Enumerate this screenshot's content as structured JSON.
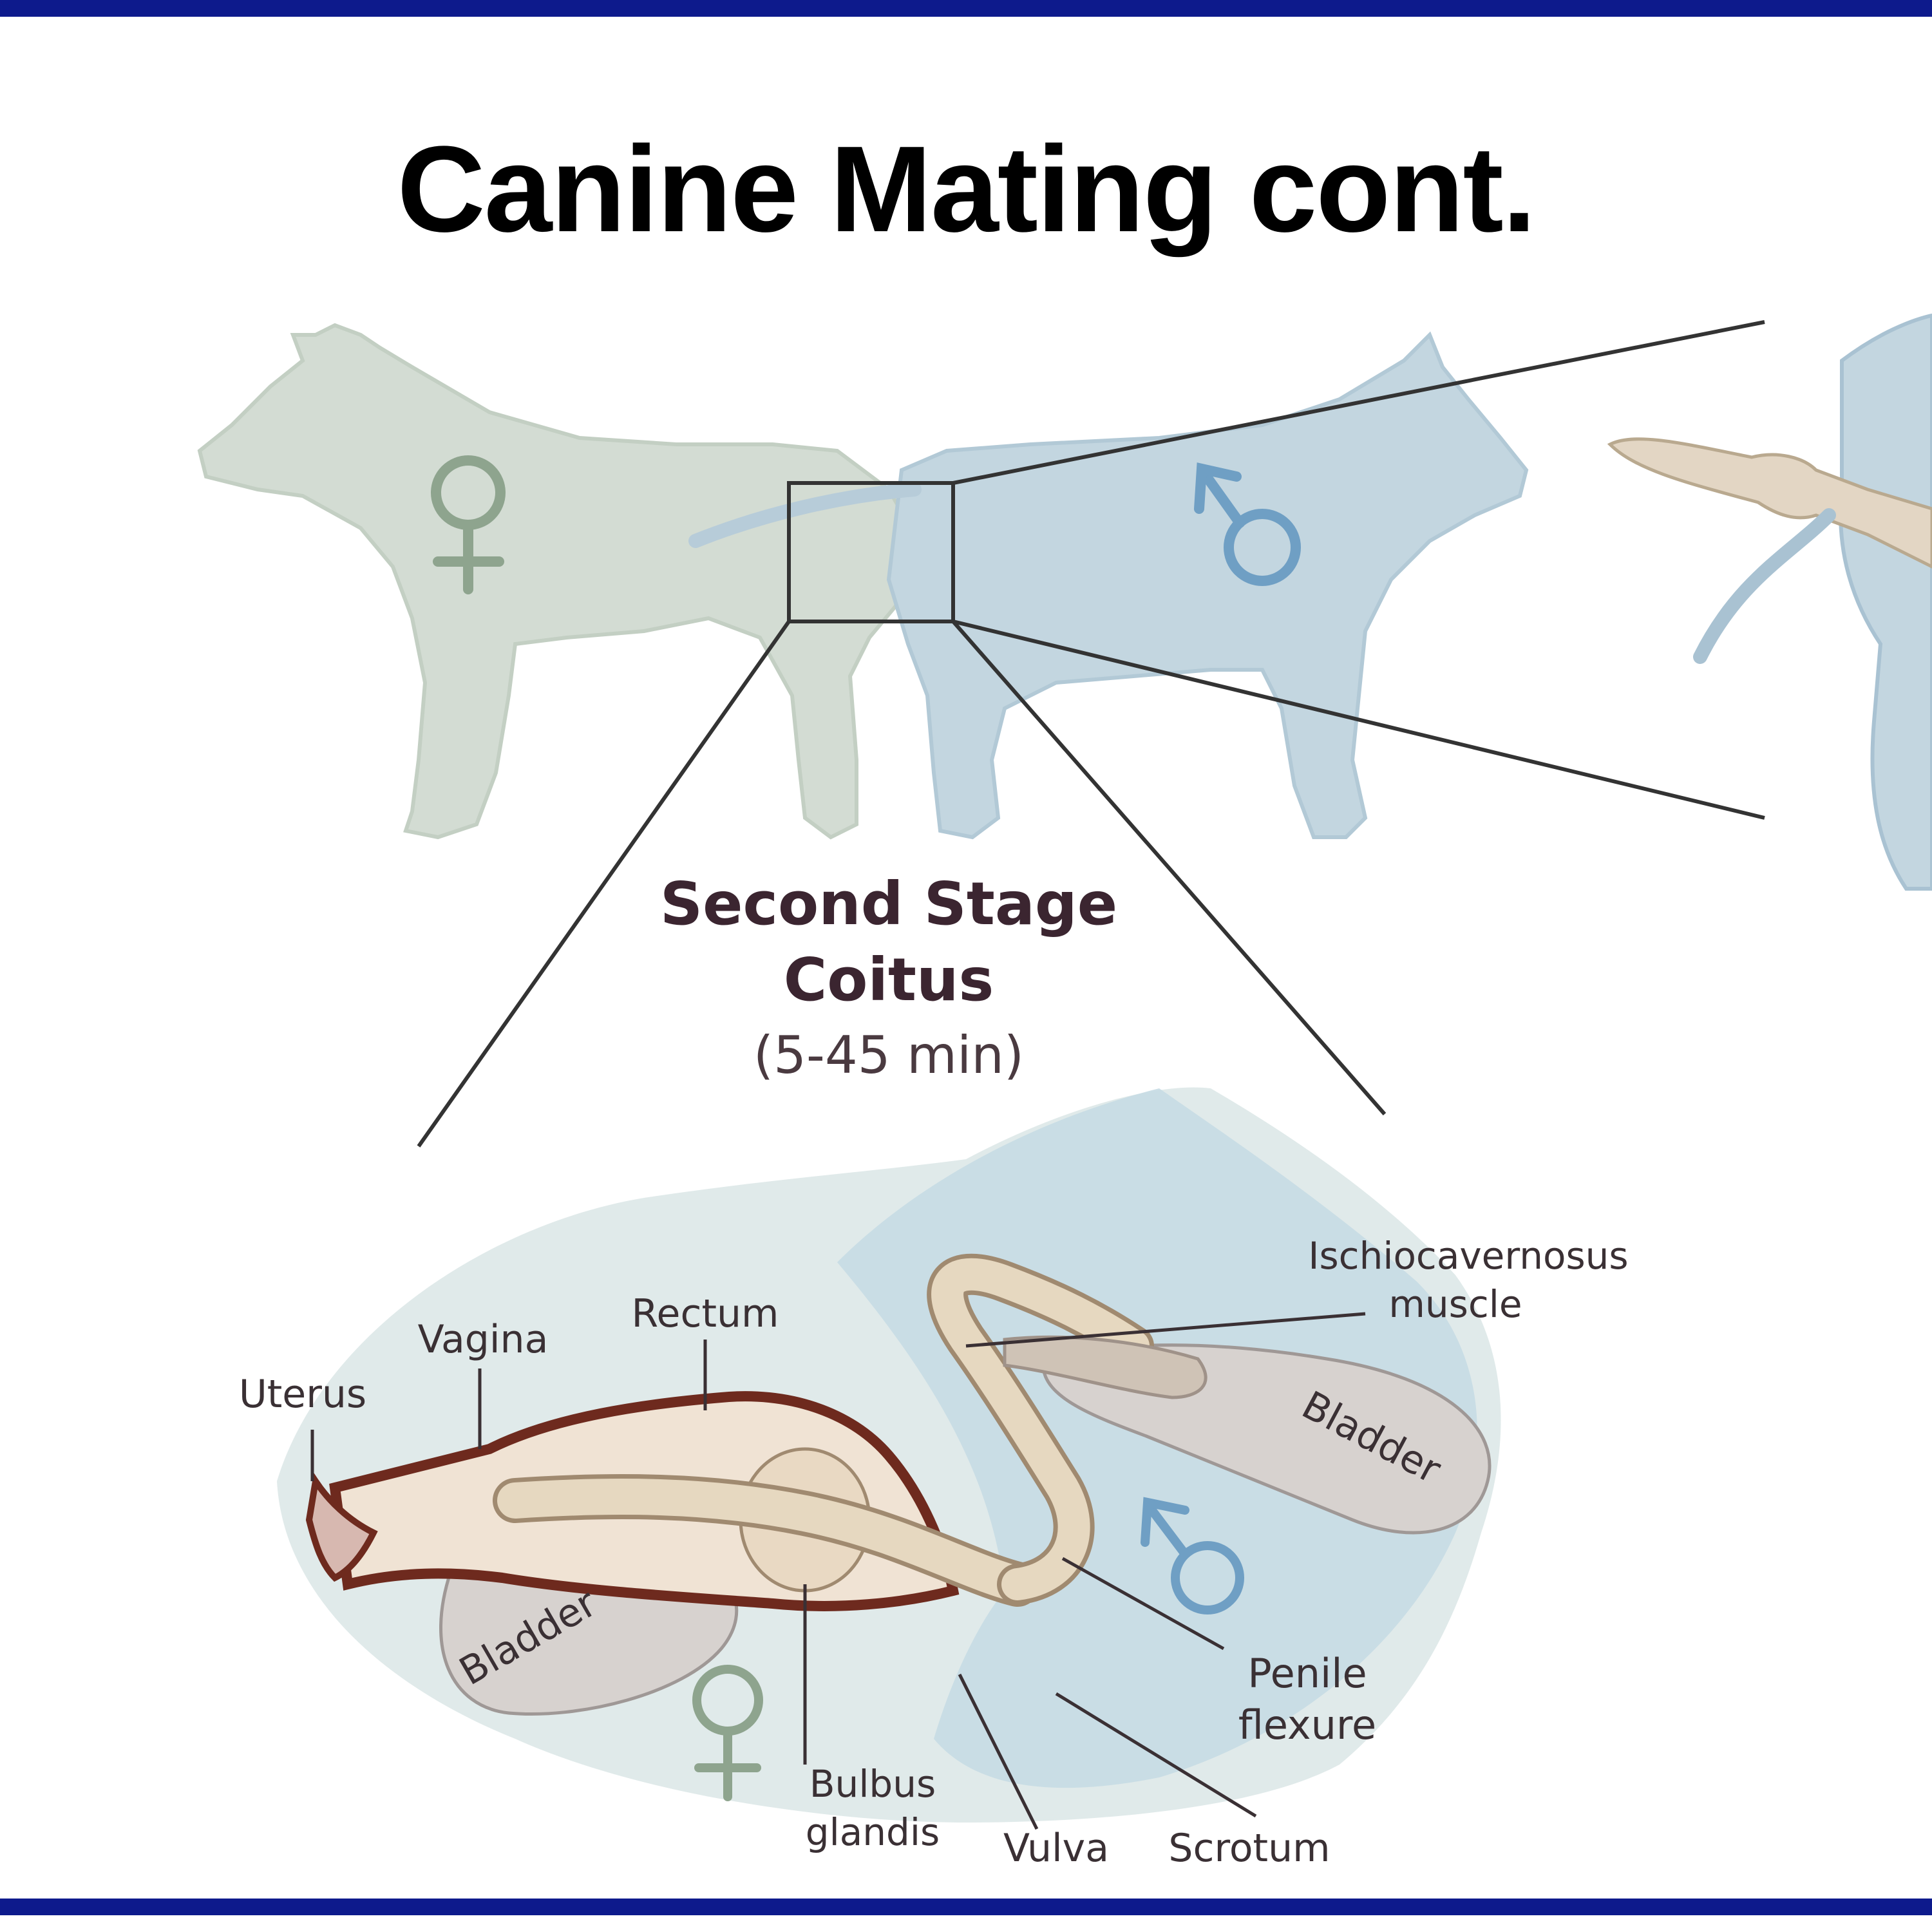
{
  "title": "Canine Mating cont.",
  "stage": {
    "line1": "Second Stage",
    "line2": "Coitus",
    "duration": "(5-45 min)"
  },
  "labels": {
    "uterus": "Uterus",
    "vagina": "Vagina",
    "rectum": "Rectum",
    "ischio_line1": "Ischiocavernosus",
    "ischio_line2": "muscle",
    "bladder_male": "Bladder",
    "bladder_female": "Bladder",
    "penile_line1": "Penile",
    "penile_line2": "flexure",
    "bulbus_line1": "Bulbus",
    "bulbus_line2": "glandis",
    "vulva": "Vulva",
    "scrotum": "Scrotum"
  },
  "symbols": {
    "female": "female-symbol-icon",
    "male": "male-symbol-icon"
  },
  "colors": {
    "frame": "#0d1a8c",
    "female_body": "#d3dcd3",
    "male_body": "#c3d6e0",
    "female_symbol": "#8ea48e",
    "male_symbol": "#6f9fc4",
    "vagina_wall": "#6e2a1e",
    "penis": "#e6d8c0"
  }
}
